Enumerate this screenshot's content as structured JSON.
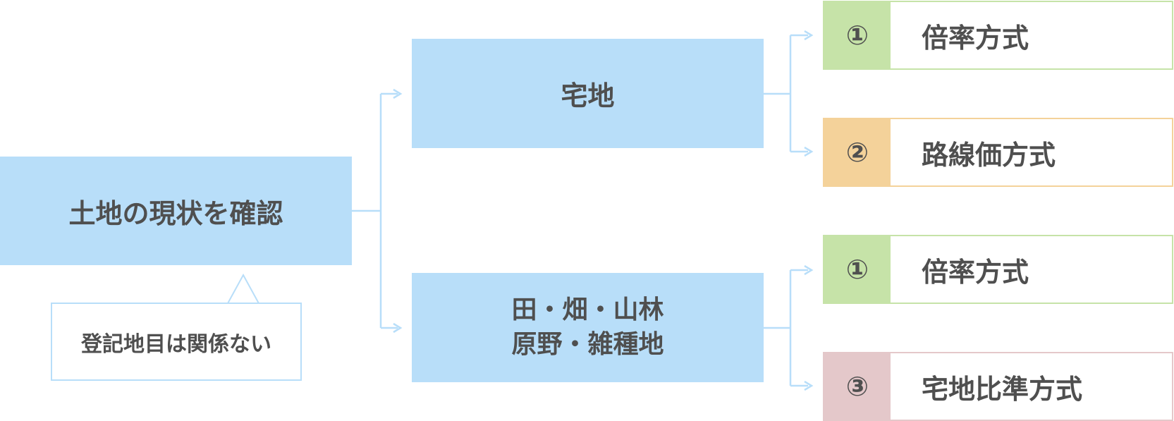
{
  "root": {
    "label": "土地の現状を確認"
  },
  "note": {
    "label": "登記地目は関係ない"
  },
  "categories": [
    {
      "lines": [
        "宅地"
      ]
    },
    {
      "lines": [
        "田・畑・山林",
        "原野・雑種地"
      ]
    }
  ],
  "methods": [
    {
      "number": "①",
      "label": "倍率方式",
      "color": "#c6e3a8"
    },
    {
      "number": "②",
      "label": "路線価方式",
      "color": "#f4d29a"
    },
    {
      "number": "①",
      "label": "倍率方式",
      "color": "#c6e3a8"
    },
    {
      "number": "③",
      "label": "宅地比準方式",
      "color": "#e4c8ca"
    }
  ],
  "colors": {
    "box": "#b8def9",
    "line": "#b8def9",
    "text": "#4f4f4f"
  }
}
